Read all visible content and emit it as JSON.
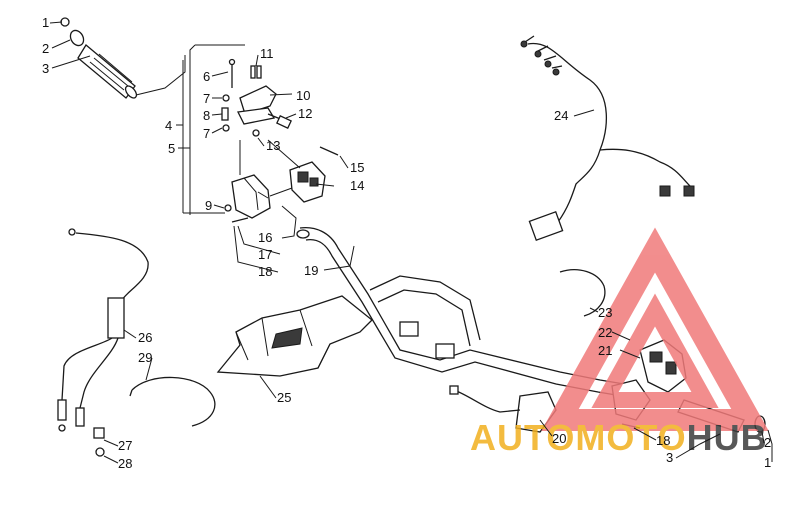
{
  "diagram": {
    "callouts": [
      "1",
      "2",
      "3",
      "4",
      "5",
      "6",
      "7",
      "8",
      "7",
      "9",
      "10",
      "11",
      "12",
      "13",
      "14",
      "15",
      "16",
      "17",
      "18",
      "19",
      "20",
      "21",
      "22",
      "23",
      "24",
      "25",
      "26",
      "27",
      "28",
      "29",
      "18",
      "3",
      "2",
      "1"
    ]
  },
  "watermark": {
    "text_part1": "AUTOMOTO",
    "text_part2": "HUB",
    "color_part1": "#f2b01e",
    "color_part2": "#3b3b3b",
    "triangle_color": "#f07a7a"
  }
}
